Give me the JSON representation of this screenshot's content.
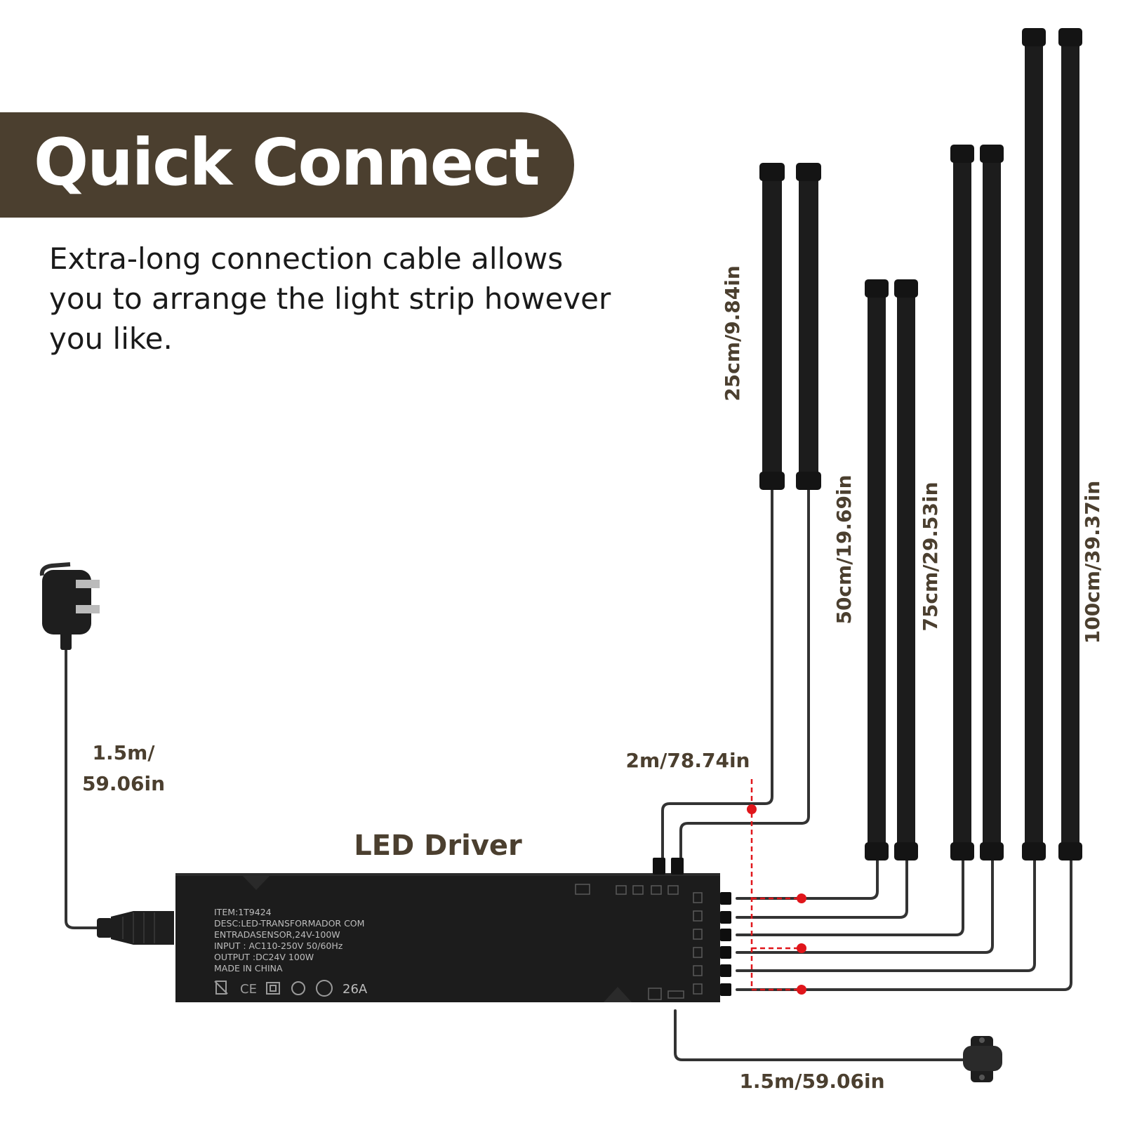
{
  "banner": {
    "title": "Quick Connect",
    "bg_color": "#4b3f2f"
  },
  "description": "Extra-long connection cable allows you to arrange the light strip however you like.",
  "driver": {
    "title": "LED Driver",
    "label_lines": [
      "ITEM:1T9424",
      "DESC:LED-TRANSFORMADOR COM",
      "ENTRADASENSOR,24V-100W",
      "INPUT : AC110-250V 50/60Hz",
      "OUTPUT :DC24V 100W",
      "MADE IN CHINA"
    ],
    "cert_code": "26A"
  },
  "measurements": {
    "power_cable": [
      "1.5m/",
      "59.06in"
    ],
    "extension_cable": "2m/78.74in",
    "sensor_cable": "1.5m/59.06in",
    "strip_25": "25cm/9.84in",
    "strip_50": "50cm/19.69in",
    "strip_75": "75cm/29.53in",
    "strip_100": "100cm/39.37in"
  },
  "colors": {
    "accent": "#4b3f2f",
    "marker": "#e0161b",
    "device": "#1c1c1c"
  }
}
